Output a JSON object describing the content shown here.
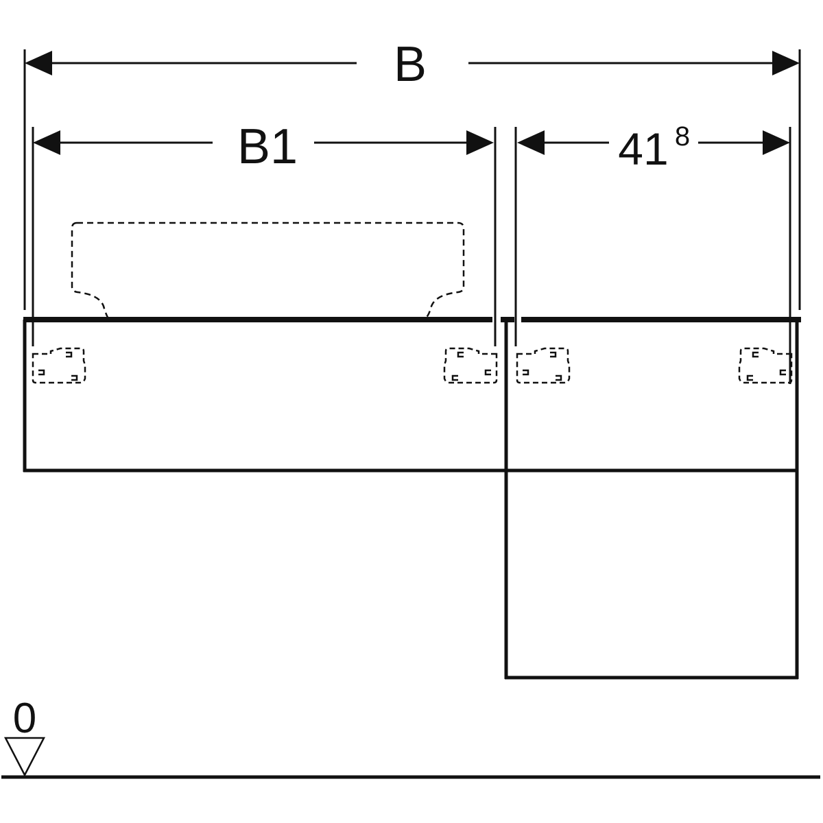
{
  "dimensions": {
    "overall_width_label": "B",
    "basin_cabinet_width_label": "B1",
    "side_cabinet_width_label": "41",
    "side_cabinet_width_superscript": "8"
  },
  "floor": {
    "level_label": "0"
  },
  "colors": {
    "line": "#111111",
    "background": "#ffffff"
  }
}
